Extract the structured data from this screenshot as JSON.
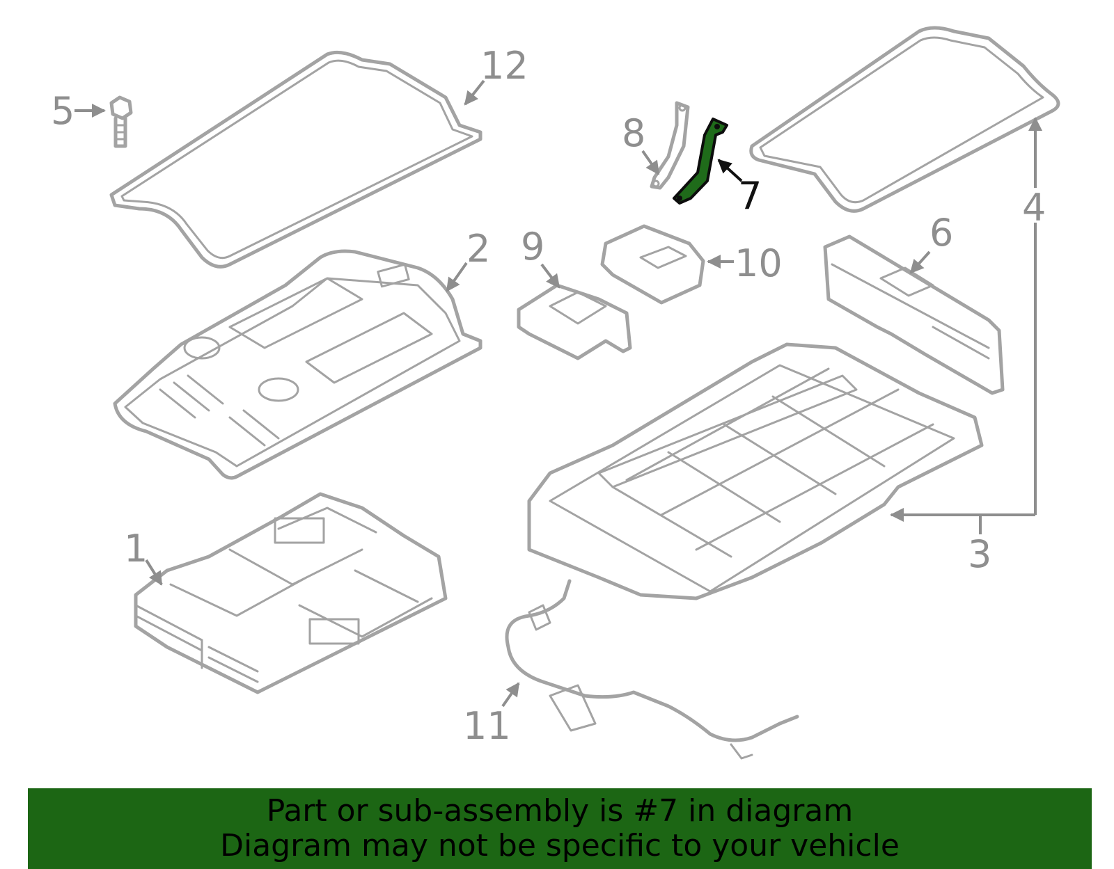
{
  "colors": {
    "line_art": "#a3a3a3",
    "callout": "#8e8e8e",
    "highlight_fill": "#1f6b1a",
    "banner_background": "#1c6614",
    "banner_text": "#000000"
  },
  "highlighted_part": "7",
  "callouts": [
    "1",
    "2",
    "3",
    "4",
    "5",
    "6",
    "7",
    "8",
    "9",
    "10",
    "11",
    "12"
  ],
  "banner": {
    "line1": "Part or sub-assembly is #7 in diagram",
    "line2": "Diagram may not be specific to your vehicle"
  }
}
